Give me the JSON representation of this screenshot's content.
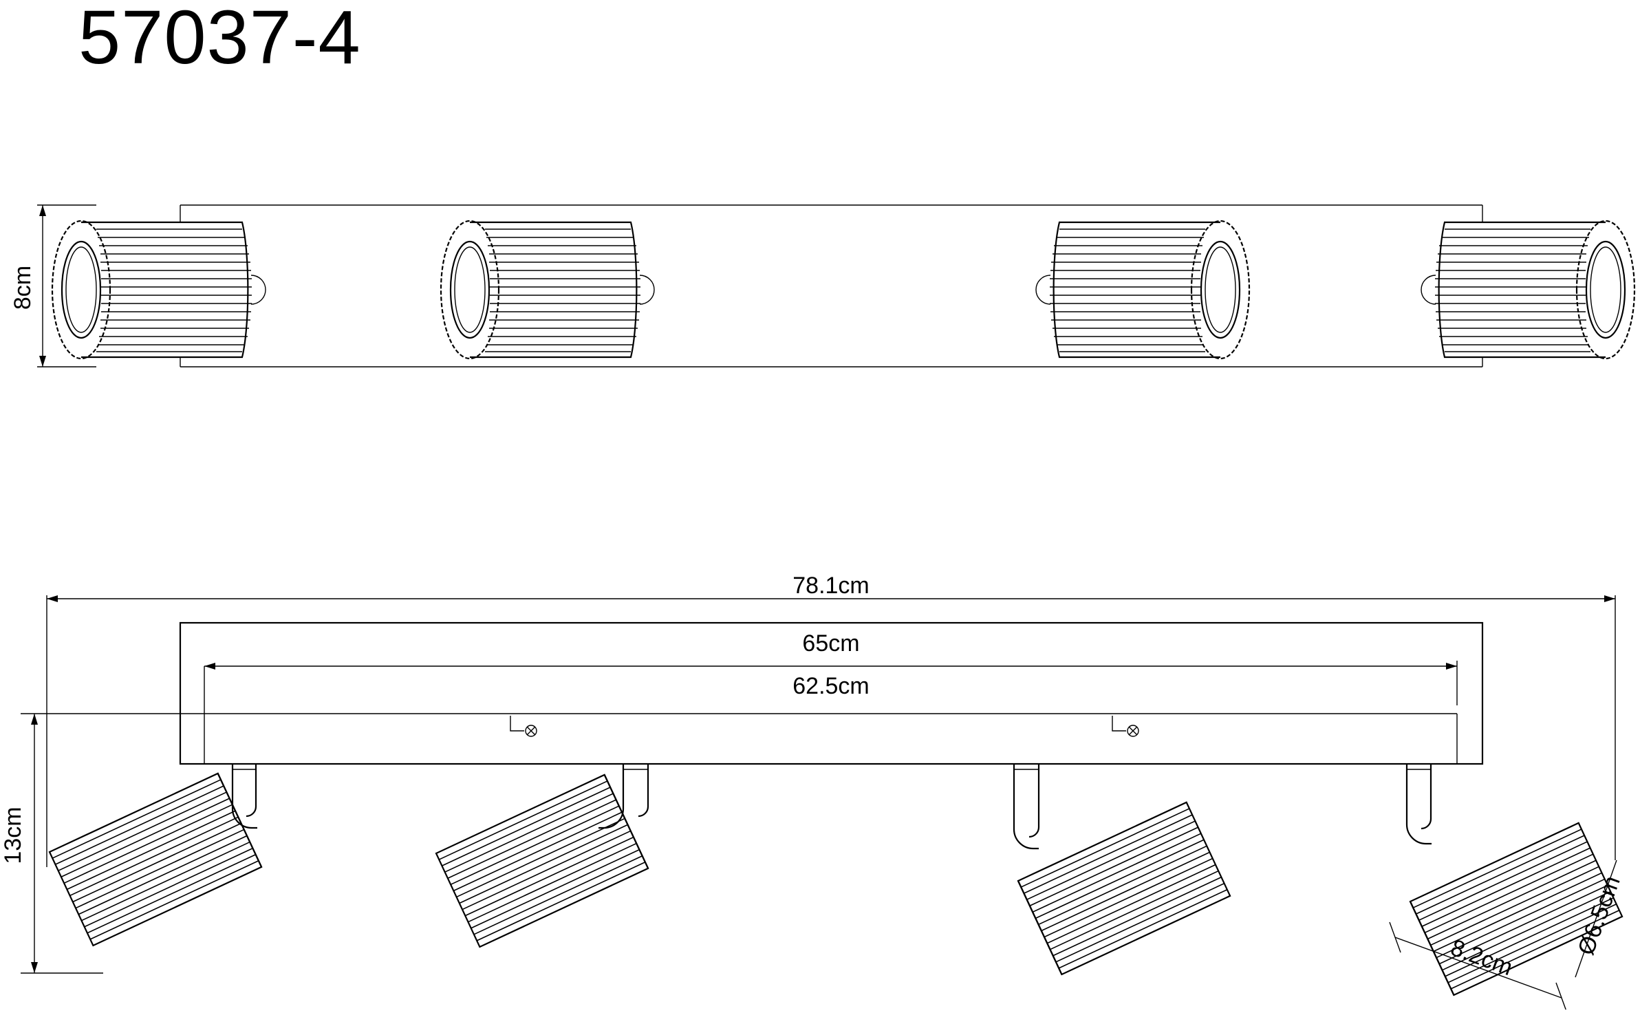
{
  "drawing": {
    "model_number": "57037-4",
    "dimensions": {
      "total_length": "78.1cm",
      "base_length": "65cm",
      "mounting_distance": "62.5cm",
      "height": "13cm",
      "depth": "8cm",
      "shade_length": "8.2cm",
      "shade_diameter": "Ø6.5cm"
    },
    "spotlight_count": 4
  }
}
